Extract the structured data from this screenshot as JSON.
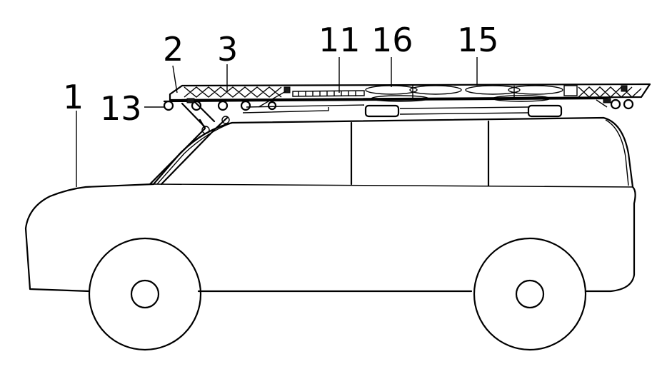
{
  "labels": {
    "vehicle": "1",
    "front_bracket": "2",
    "scissor_frame": "3",
    "rail": "11",
    "roller": "13",
    "fan_unit": "15",
    "fan_panel": "16"
  }
}
